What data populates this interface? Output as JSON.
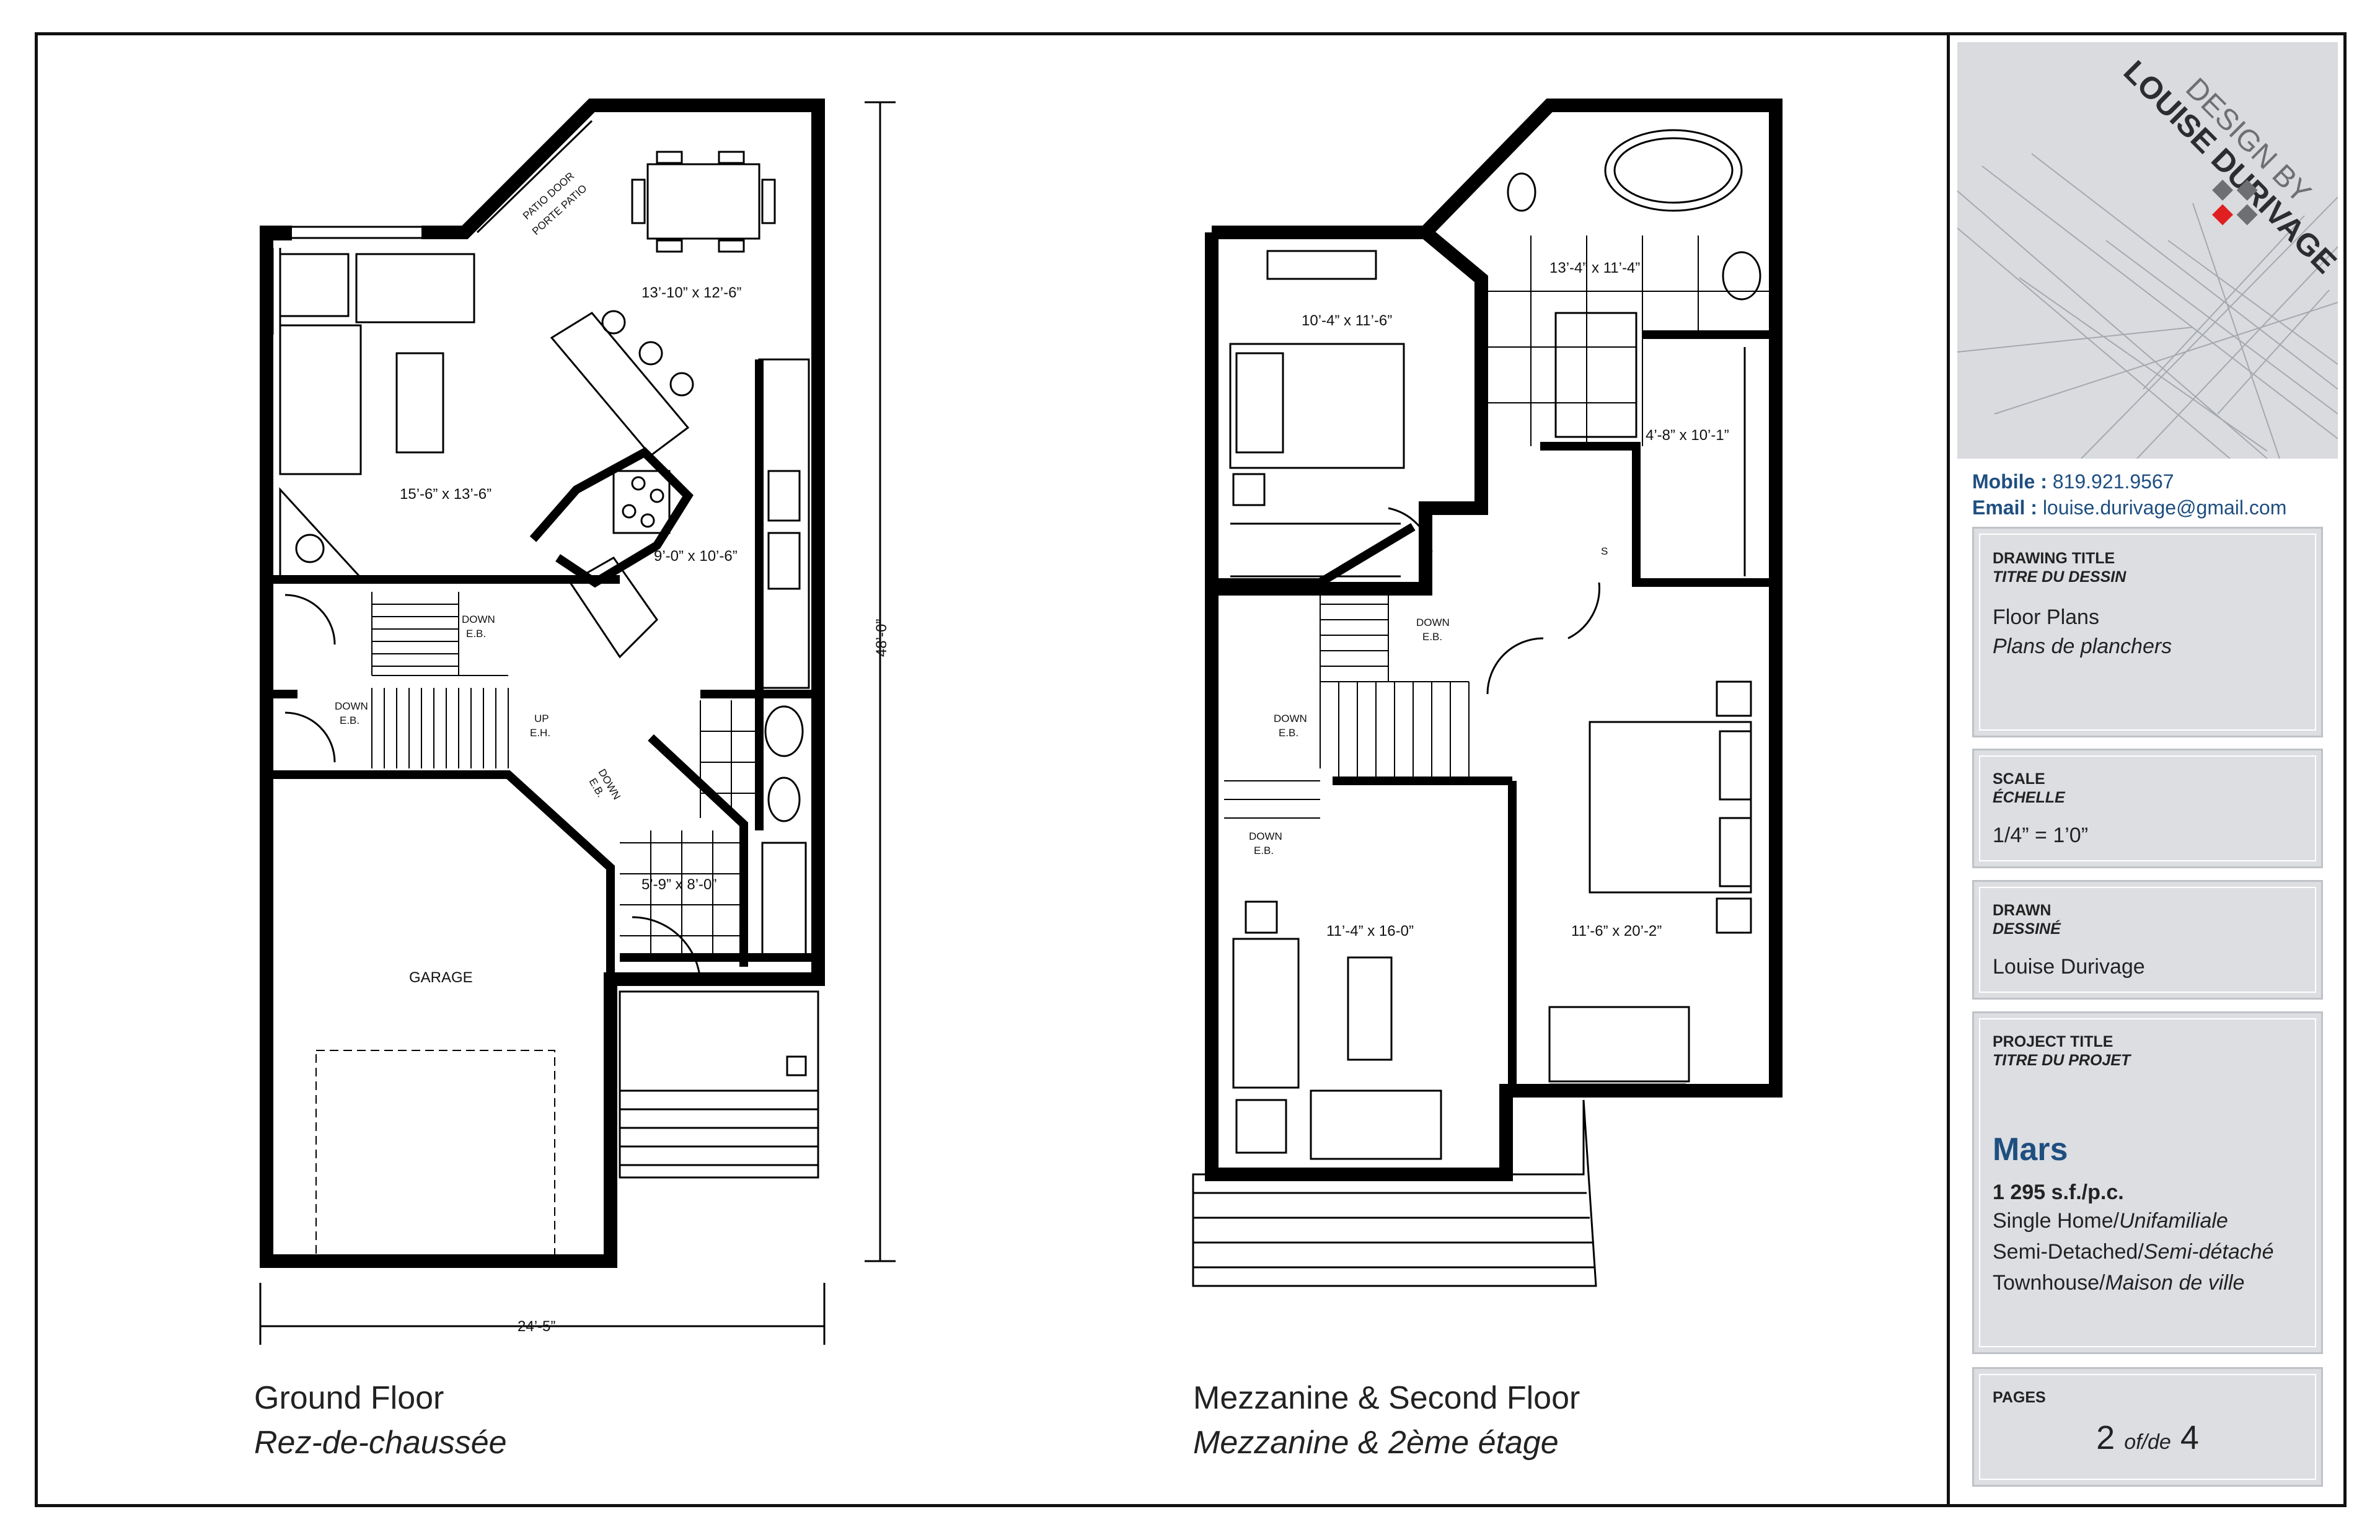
{
  "ground_floor": {
    "caption_en": "Ground Floor",
    "caption_fr": "Rez-de-chaussée",
    "rooms": {
      "dining": "13’-10” x 12’-6”",
      "living": "15’-6” x 13’-6”",
      "kitchen": "9’-0” x 10’-6”",
      "bath": "5’-9” x 8’-0”",
      "garage": "GARAGE"
    },
    "labels": {
      "patio_en": "PATIO DOOR",
      "patio_fr": "PORTE PATIO",
      "down1": "DOWN",
      "down1_fr": "E.B.",
      "down2": "DOWN",
      "down2_fr": "E.B.",
      "up": "UP",
      "up_fr": "E.H.",
      "down3": "DOWN",
      "down3_fr": "E.B."
    },
    "dim_width": "24’-5”",
    "dim_depth": "48’-0”"
  },
  "second_floor": {
    "caption_en": "Mezzanine & Second Floor",
    "caption_fr": "Mezzanine & 2ème étage",
    "rooms": {
      "bedroom1": "10’-4” x 11’-6”",
      "bath": "13’-4” x 11’-4”",
      "walkin": "4’-8” x 10’-1”",
      "family": "11’-4” x 16-0”",
      "master": "11’-6” x 20’-2”"
    },
    "labels": {
      "down1": "DOWN",
      "down1_fr": "E.B.",
      "down2": "DOWN",
      "down2_fr": "E.B.",
      "down3": "DOWN",
      "down3_fr": "E.B.",
      "s": "S"
    }
  },
  "title_block": {
    "logo_line1": "DESIGN BY",
    "logo_line2": "LOUISE DURIVAGE",
    "mobile_label": "Mobile :",
    "mobile": "819.921.9567",
    "email_label": "Email :",
    "email": "louise.durivage@gmail.com",
    "drawing_title_en": "DRAWING TITLE",
    "drawing_title_fr": "TITRE DU DESSIN",
    "drawing_title_val_en": "Floor Plans",
    "drawing_title_val_fr": "Plans de planchers",
    "scale_en": "SCALE",
    "scale_fr": "ÉCHELLE",
    "scale_val": "1/4” = 1’0”",
    "drawn_en": "DRAWN",
    "drawn_fr": "DESSINÉ",
    "drawn_val": "Louise Durivage",
    "project_en": "PROJECT TITLE",
    "project_fr": "TITRE DU PROJET",
    "project_name": "Mars",
    "area": "1 295 s.f./p.c.",
    "type1_en": "Single Home/",
    "type1_fr": "Unifamiliale",
    "type2_en": "Semi-Detached/",
    "type2_fr": "Semi-détaché",
    "type3_en": "Townhouse/",
    "type3_fr": "Maison de ville",
    "pages_label": "PAGES",
    "page_current": "2",
    "page_of": "of/de",
    "page_total": "4"
  },
  "colors": {
    "accent_blue": "#1f4f80",
    "logo_red": "#e02020",
    "logo_grey": "#6d6f73"
  }
}
